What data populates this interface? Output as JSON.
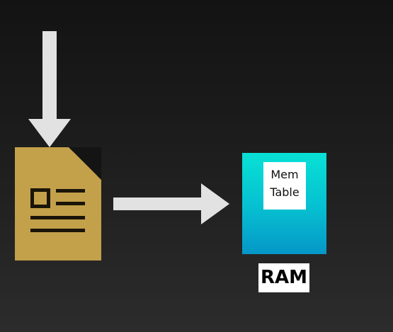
{
  "diagram": {
    "memtable": {
      "line1": "Mem",
      "line2": "Table"
    },
    "ram_label": "RAM",
    "icons": {
      "input_arrow": "arrow-down-icon",
      "document": "document-icon",
      "flow_arrow": "arrow-right-icon"
    },
    "colors": {
      "document": "#c3a04a",
      "arrow": "#e2e2e2",
      "memtable_top": "#08e1d6",
      "memtable_bottom": "#0597c7"
    }
  }
}
